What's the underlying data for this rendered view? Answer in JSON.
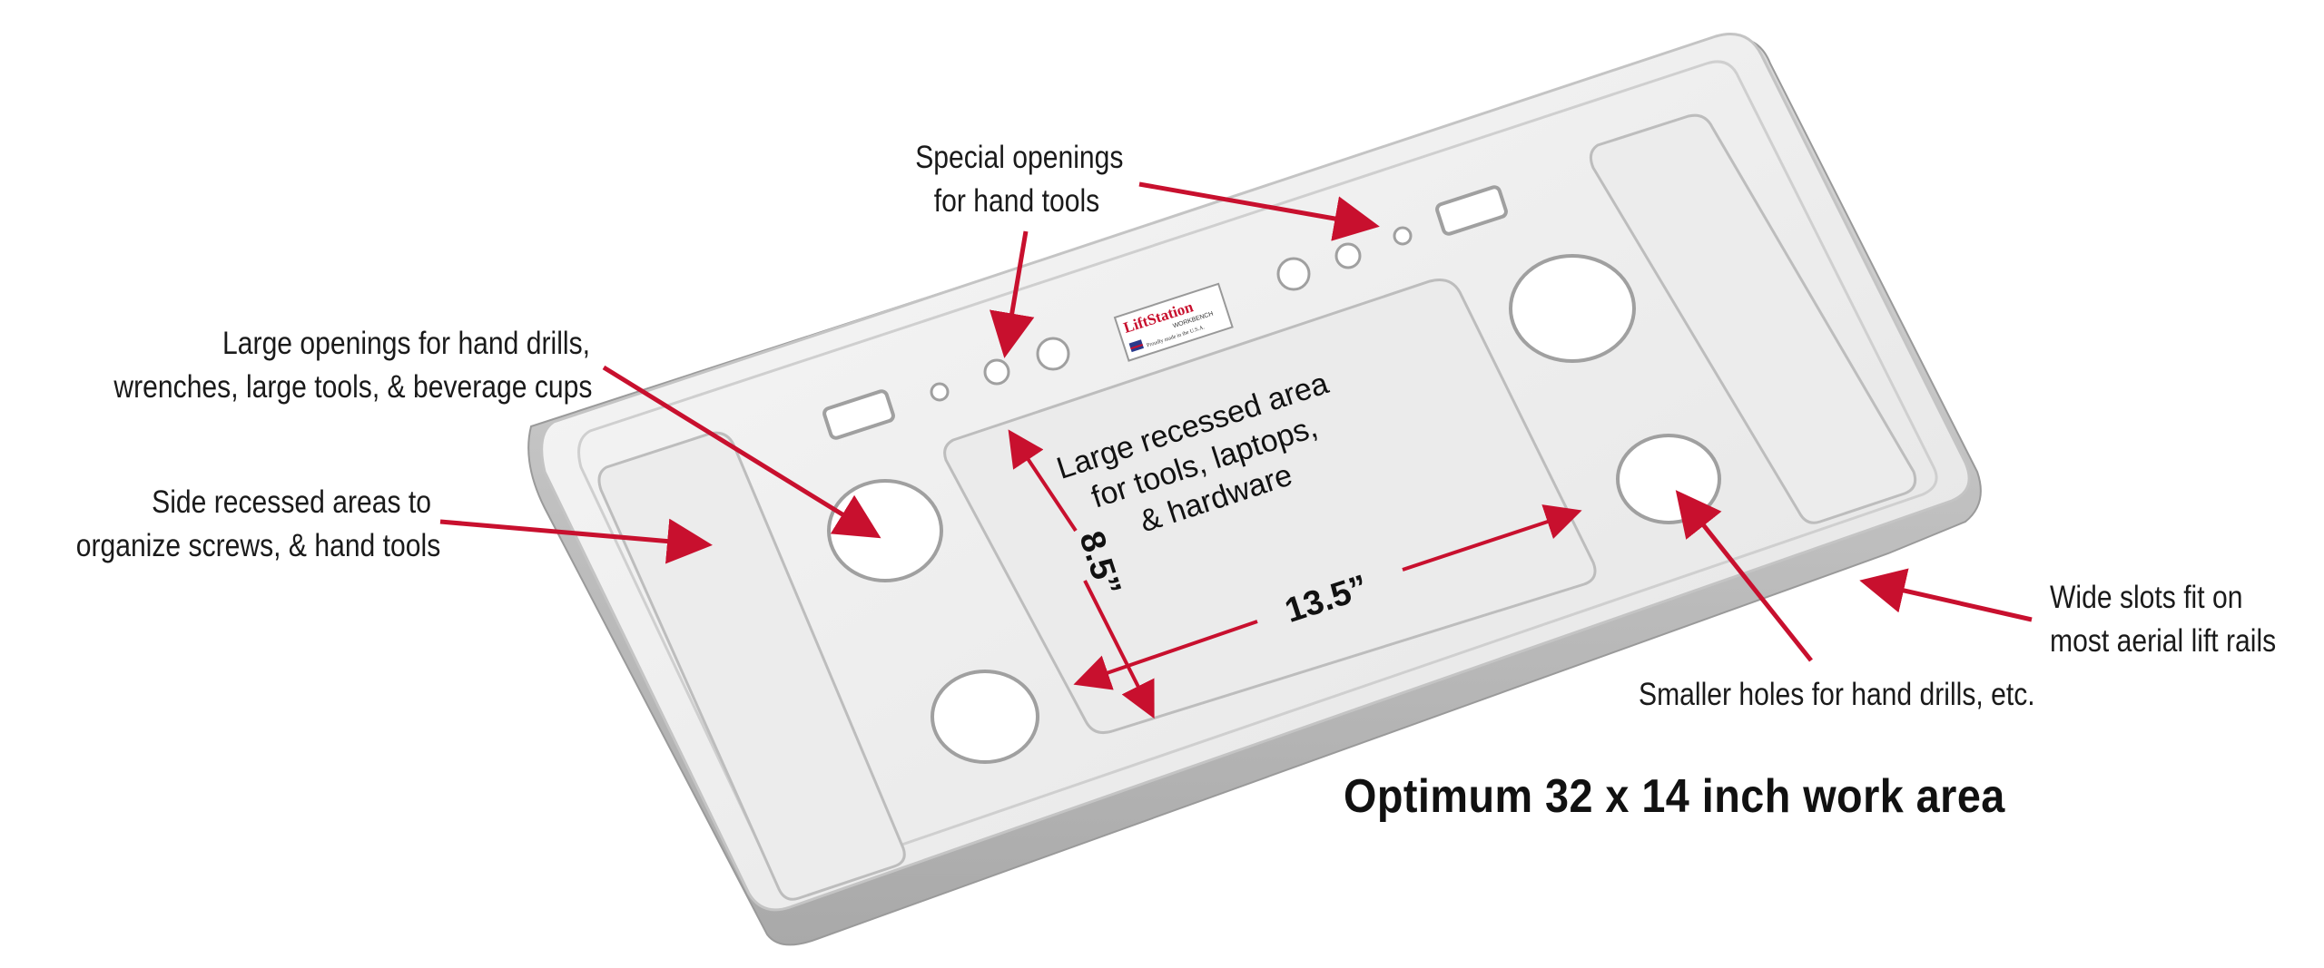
{
  "callouts": {
    "special_openings": [
      "Special openings",
      "for hand tools"
    ],
    "large_openings": [
      "Large openings for hand drills,",
      "wrenches, large tools, & beverage cups"
    ],
    "side_recessed": [
      "Side recessed areas to",
      "organize screws, & hand tools"
    ],
    "smaller_holes": [
      "Smaller holes for hand drills, etc."
    ],
    "wide_slots": [
      "Wide slots fit on",
      "most aerial lift rails"
    ]
  },
  "recessed_area": [
    "Large recessed area",
    "for tools, laptops,",
    "& hardware"
  ],
  "dimensions": {
    "height": "8.5”",
    "width": "13.5”"
  },
  "logo": {
    "brand": "LiftStation",
    "sub": "WORKBENCH",
    "tagline": "Proudly made in the U.S.A."
  },
  "headline": "Optimum 32 x 14 inch work area",
  "colors": {
    "arrow": "#c8102e",
    "tray": "#eeeeee",
    "tray_shadow": "#b9b9b9"
  }
}
